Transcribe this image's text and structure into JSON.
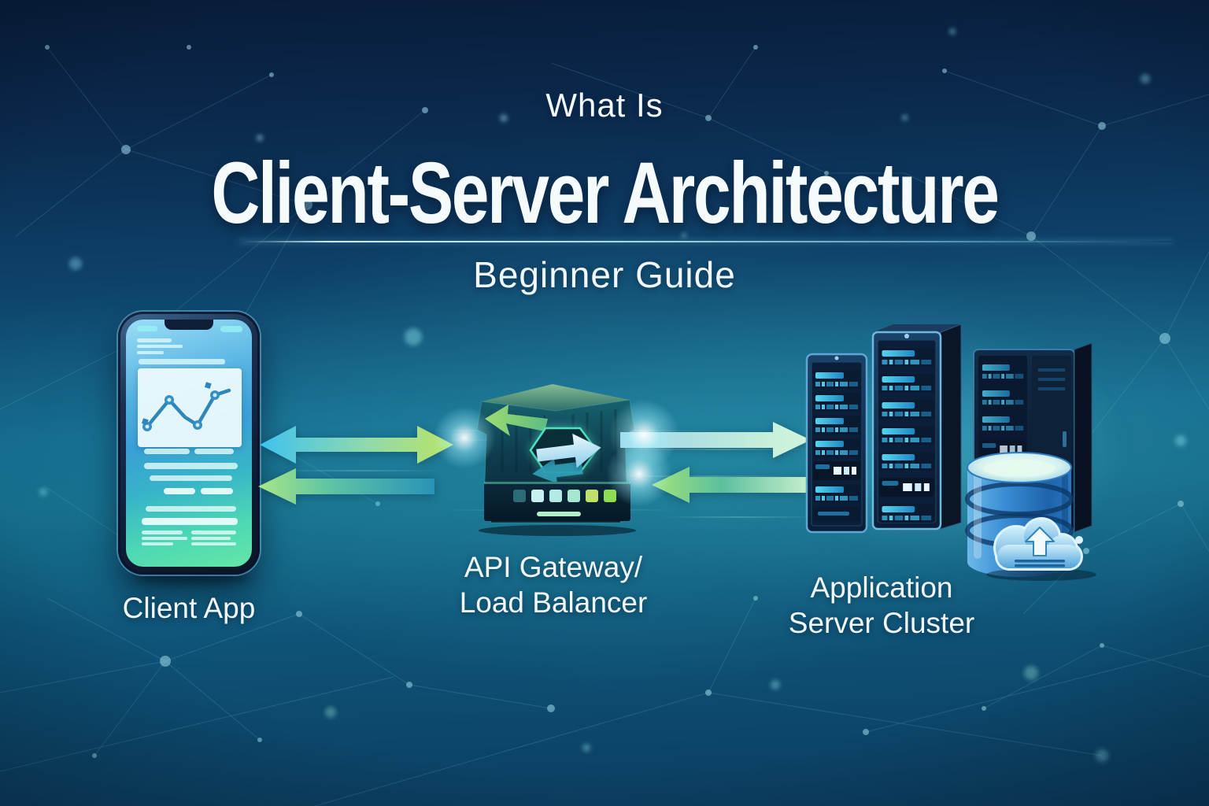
{
  "header": {
    "kicker": "What Is",
    "title": "Client-Server Architecture",
    "subtitle": "Beginner Guide"
  },
  "diagram": {
    "client": {
      "label": "Client App",
      "icon": "smartphone-icon"
    },
    "gateway": {
      "label_line1": "API Gateway/",
      "label_line2": "Load Balancer",
      "icon": "transfer-arrows-gateway-icon"
    },
    "cluster": {
      "label_line1": "Application",
      "label_line2": "Server Cluster",
      "icons": [
        "server-rack-icon",
        "database-icon",
        "cloud-upload-icon"
      ]
    },
    "arrows": [
      {
        "between": "client-and-gateway",
        "position": "top",
        "direction": "bidirectional"
      },
      {
        "between": "gateway-to-client",
        "position": "bottom",
        "direction": "left"
      },
      {
        "between": "gateway-to-cluster",
        "position": "top",
        "direction": "right"
      },
      {
        "between": "cluster-to-gateway",
        "position": "bottom",
        "direction": "left"
      }
    ]
  },
  "colors": {
    "background_top": "#0a1f3e",
    "background_middle": "#14688a",
    "background_bottom": "#0c3c5c",
    "title_text": "#f5fafd",
    "arrow_cyan": "#3ec2f0",
    "arrow_lime": "#bae466",
    "arrow_teal": "#2a93b6",
    "arrow_mint": "#d4f6dc",
    "hexagon_glow": "#54e0bc",
    "server_outline": "#6fb4dc",
    "database_blue": "#3a8ed4"
  }
}
